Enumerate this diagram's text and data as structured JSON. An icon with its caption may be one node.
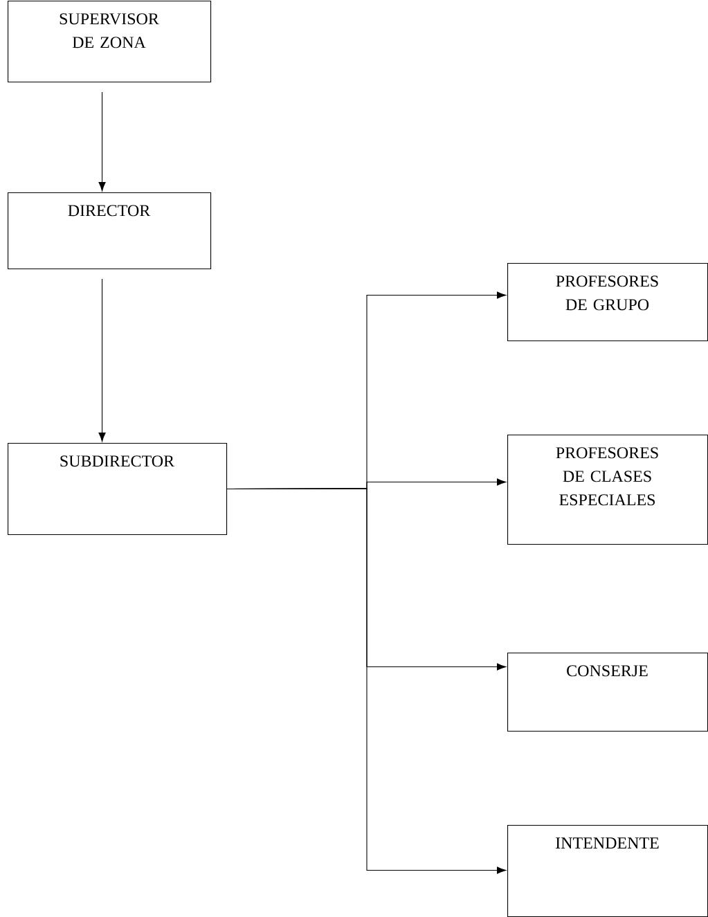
{
  "diagram": {
    "nodes": [
      {
        "text": [
          "SUPERVISOR DE ZONA"
        ]
      },
      {
        "text": [
          "DIRECTOR"
        ]
      },
      {
        "text": [
          "SUBDIRECTOR"
        ]
      },
      {
        "text": [
          "PROFESORES DE GRUPO"
        ]
      },
      {
        "text": [
          "PROFESORES DE CLASES ESPECIALES"
        ]
      },
      {
        "text": [
          "CONSERJE"
        ]
      },
      {
        "text": [
          "INTENDENTE"
        ]
      }
    ],
    "edges": [
      {
        "from": 0,
        "to": 1,
        "arrow": "to"
      },
      {
        "from": 1,
        "to": 2,
        "arrow": "to"
      },
      {
        "from": 2,
        "to": 3,
        "arrow": "to"
      },
      {
        "from": 2,
        "to": 4,
        "arrow": "to"
      },
      {
        "from": 2,
        "to": 5,
        "arrow": "to"
      },
      {
        "from": 2,
        "to": 6,
        "arrow": "to"
      }
    ]
  }
}
